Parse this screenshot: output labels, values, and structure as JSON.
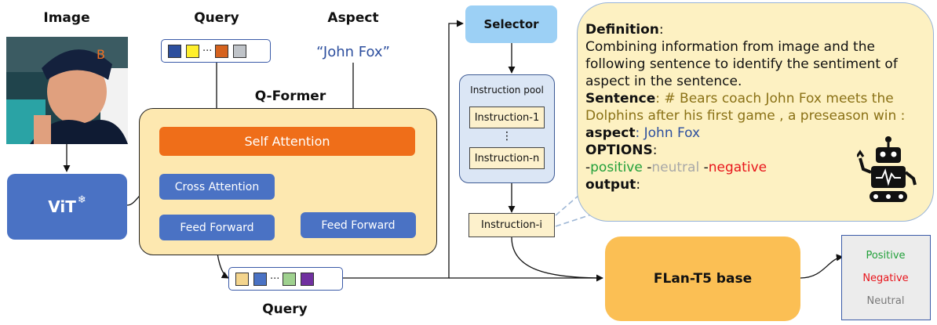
{
  "image_label": "Image",
  "vit": {
    "label": "ViT",
    "frozen_icon": "snowflake-icon",
    "frozen_glyph": "❄"
  },
  "query_top": {
    "label": "Query",
    "tokens": [
      "#2d4f9e",
      "#ffef2c",
      "#d5621e",
      "#bfc3c8"
    ]
  },
  "aspect": {
    "label": "Aspect",
    "value": "“John Fox”"
  },
  "ellipsis": "···",
  "qformer": {
    "title": "Q-Former",
    "self_attention": "Self Attention",
    "cross_attention": "Cross Attention",
    "feed_forward_left": "Feed Forward",
    "feed_forward_right": "Feed Forward"
  },
  "query_bottom": {
    "label": "Query",
    "tokens": [
      "#f4d58d",
      "#4a72c4",
      "#9fd18f",
      "#7030a0"
    ]
  },
  "selector": "Selector",
  "instruction_pool": {
    "title": "Instruction pool",
    "items": [
      "Instruction-1",
      "Instruction-n"
    ],
    "vdots": "⋮"
  },
  "instruction_selected": "Instruction-i",
  "definition": {
    "definition_key": "Definition",
    "colon": ":",
    "definition_lines": [
      "Combining information from image and the",
      "following sentence to identify the sentiment of",
      "aspect in the sentence."
    ],
    "sentence_key": "Sentence",
    "sentence_lines": [
      ": # Bears coach John Fox meets the",
      "Dolphins after his first game , a preseason win :"
    ],
    "aspect_key": "aspect",
    "aspect_value": ": John Fox",
    "options_key": "OPTIONS",
    "options": [
      {
        "dash": "-",
        "text": "positive",
        "color": "#22a03a"
      },
      {
        "dash": " -",
        "text": "neutral",
        "color": "#a8a8a8"
      },
      {
        "dash": " -",
        "text": "negative",
        "color": "#e8141b"
      }
    ],
    "output_key": "output",
    "robot_icon": "robot-icon"
  },
  "flan": "FLan-T5 base",
  "outputs": [
    {
      "label": "Positive",
      "color": "#22a03a"
    },
    {
      "label": "Negative",
      "color": "#e8141b"
    },
    {
      "label": "Neutral",
      "color": "#7a7a7a"
    }
  ]
}
